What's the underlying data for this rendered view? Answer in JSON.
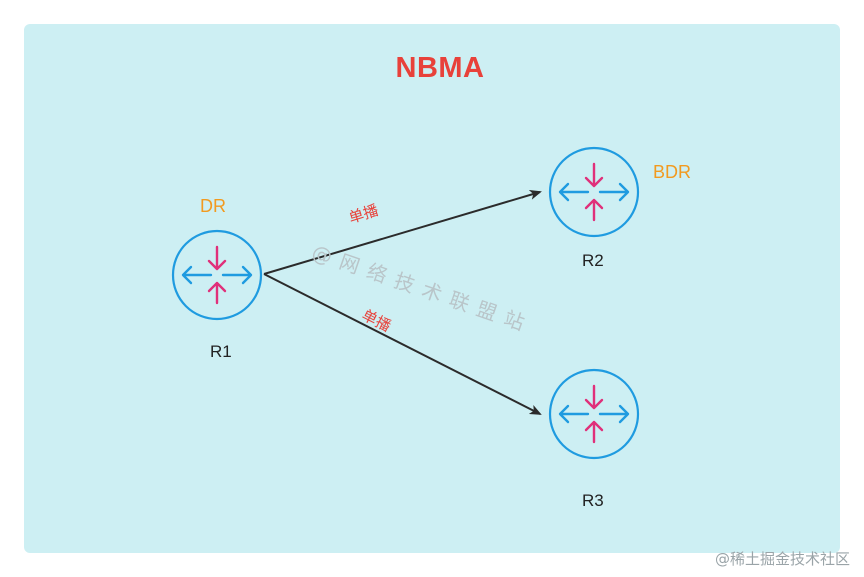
{
  "title": "NBMA",
  "routers": [
    {
      "id": "R1",
      "label": "R1",
      "role": "DR"
    },
    {
      "id": "R2",
      "label": "R2",
      "role": "BDR"
    },
    {
      "id": "R3",
      "label": "R3",
      "role": ""
    }
  ],
  "links": [
    {
      "from": "R1",
      "to": "R2",
      "label": "单播"
    },
    {
      "from": "R1",
      "to": "R3",
      "label": "单播"
    }
  ],
  "watermarks": {
    "diagonal": "@网络技术联盟站",
    "corner": "@稀土掘金技术社区"
  },
  "colors": {
    "background": "#cdeff3",
    "title": "#e8413a",
    "role": "#f29a1f",
    "router_ring": "#1f9be0",
    "router_in_arrows": "#e0307a",
    "link_label": "#e8413a",
    "link_line": "#2b2b2b"
  },
  "icons": {
    "router": "router-icon"
  }
}
